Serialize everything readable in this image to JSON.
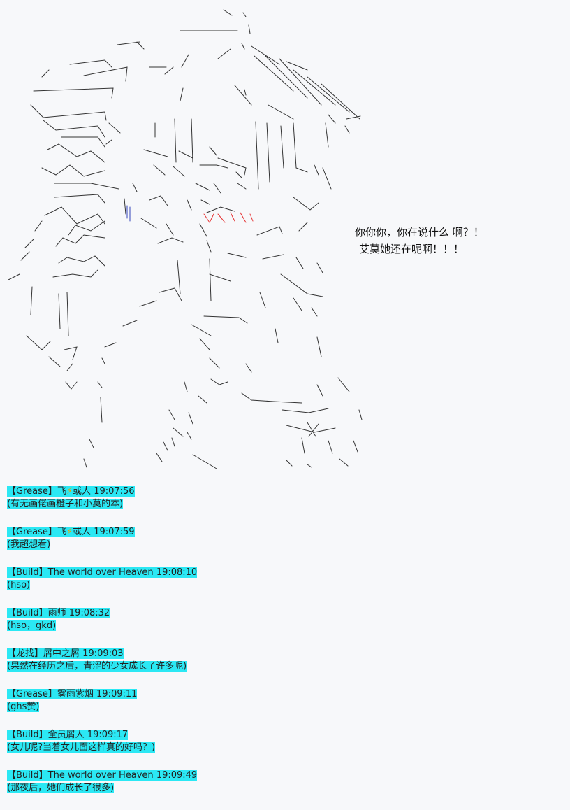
{
  "speech": {
    "line1": "你你你，你在说什么 啊？！",
    "line2": "艾莫她还在呢啊！！！"
  },
  "chat": [
    {
      "tag": "【Grease】",
      "user_pre": "飞",
      "bolt": "⚡",
      "user_post": "或人",
      "time": "19:07:56",
      "text": "(有无画佬画橙子和小莫的本)"
    },
    {
      "tag": "【Grease】",
      "user_pre": "飞",
      "bolt": "⚡",
      "user_post": "或人",
      "time": "19:07:59",
      "text": "(我超想看)"
    },
    {
      "tag": "【Build】",
      "user_pre": "The world over Heaven",
      "bolt": "",
      "user_post": "",
      "time": "19:08:10",
      "text": "(hso)"
    },
    {
      "tag": "【Build】",
      "user_pre": "雨师",
      "bolt": "",
      "user_post": "",
      "time": "19:08:32",
      "text": "(hso，gkd)"
    },
    {
      "tag": "【龙找】",
      "user_pre": "屑中之屑",
      "bolt": "",
      "user_post": "",
      "time": "19:09:03",
      "text": "(果然在经历之后，青涩的少女成长了许多呢)"
    },
    {
      "tag": "【Grease】",
      "user_pre": "雾雨紫烟",
      "bolt": "",
      "user_post": "",
      "time": "19:09:11",
      "text": "(ghs赞)"
    },
    {
      "tag": "【Build】",
      "user_pre": "全员屑人",
      "bolt": "",
      "user_post": "",
      "time": "19:09:17",
      "text": "(女儿呢?当着女儿面这样真的好吗？)"
    },
    {
      "tag": "【Build】",
      "user_pre": "The world over Heaven",
      "bolt": "",
      "user_post": "",
      "time": "19:09:49",
      "text": "(那夜后，她们成长了很多)"
    }
  ]
}
